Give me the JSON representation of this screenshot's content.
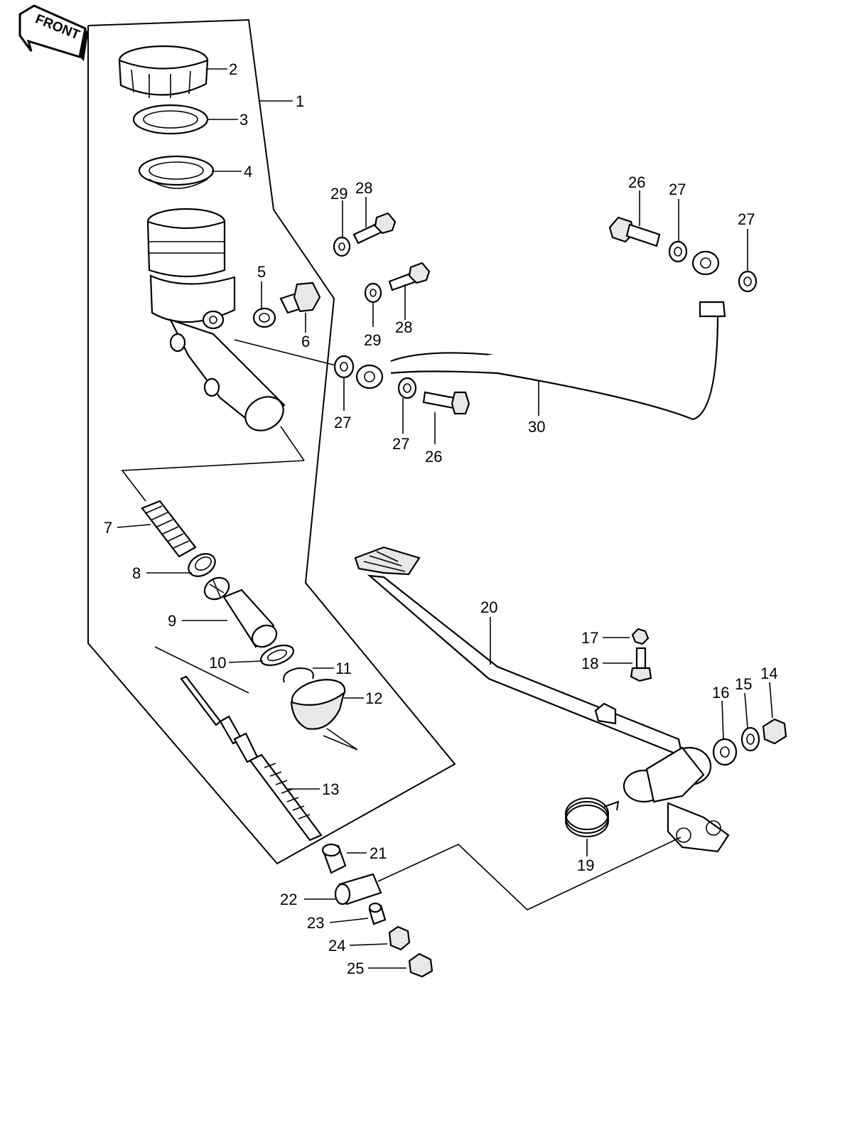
{
  "front_label": "FRONT",
  "callouts": {
    "c1": "1",
    "c2": "2",
    "c3": "3",
    "c4": "4",
    "c5": "5",
    "c6": "6",
    "c7": "7",
    "c8": "8",
    "c9": "9",
    "c10": "10",
    "c11": "11",
    "c12": "12",
    "c13": "13",
    "c14": "14",
    "c15": "15",
    "c16": "16",
    "c17": "17",
    "c18": "18",
    "c19": "19",
    "c20": "20",
    "c21": "21",
    "c22": "22",
    "c23": "23",
    "c24": "24",
    "c25": "25",
    "c26a": "26",
    "c26b": "26",
    "c27a": "27",
    "c27b": "27",
    "c27c": "27",
    "c27d": "27",
    "c28a": "28",
    "c28b": "28",
    "c29a": "29",
    "c29b": "29",
    "c30": "30"
  }
}
